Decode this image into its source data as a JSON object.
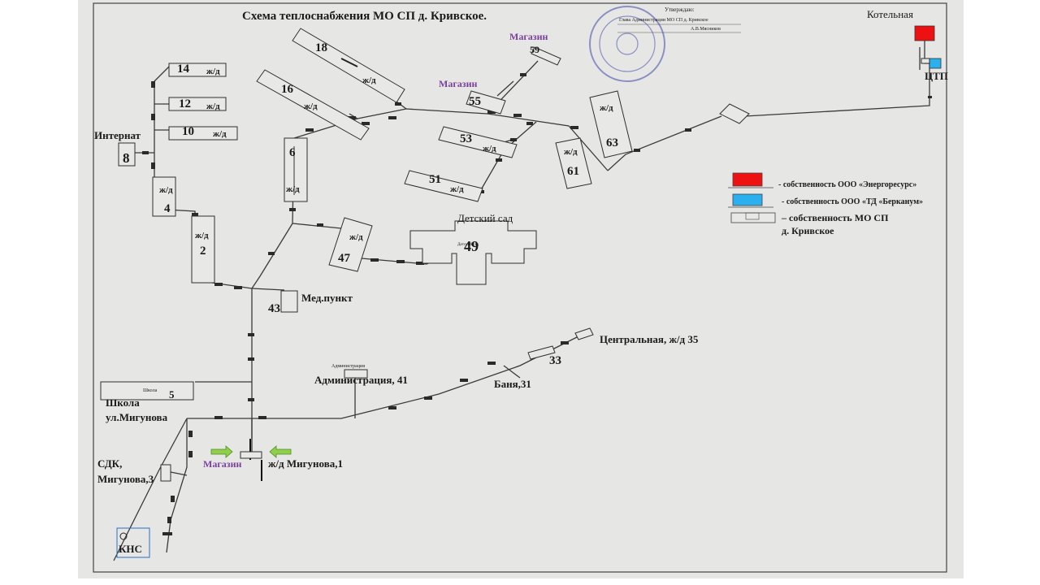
{
  "title": "Схема теплоснабжения МО СП д. Кривское.",
  "stamp": {
    "line1": "Утверждаю:",
    "line2": "Глава Администрации МО СП д. Кривское",
    "line3": "А.В.Мясников"
  },
  "colors": {
    "energoresurs": "#ee1111",
    "berkanum": "#2ab0ee",
    "magazin": "#7a3fa0",
    "arrow": "#8fcf4a"
  },
  "legend": {
    "red": "- собственность ООО «Энергоресурс»",
    "blue": "- собственность ООО «ТД «Берканум»",
    "white1": "– собственность МО СП",
    "white2": "д. Кривское"
  },
  "labels": {
    "kotelnaya": "Котельная",
    "ctp": "ЦТП",
    "magazin": "Магазин",
    "jd": "ж/д",
    "internet": "Интернат",
    "detsad": "Детский сад",
    "medpunkt": "Мед.пункт",
    "centralnaya": "Центральная, ж/д 35",
    "admin41": "Администрация, 41",
    "admin_small": "Администрация",
    "banya": "Баня,31",
    "shkola": "Школа",
    "shkola_street": "ул.Мигунова",
    "shkola_small": "Школа",
    "sdk1": "СДК,",
    "sdk2": "Мигунова,3",
    "jd_migunova": "ж/д Мигунова,1",
    "kns": "КНС",
    "detsad_small": "Детский сад"
  },
  "buildings": {
    "b18": "18",
    "b16": "16",
    "b14": "14",
    "b12": "12",
    "b10": "10",
    "b8": "8",
    "b6": "6",
    "b4": "4",
    "b2": "2",
    "b59": "59",
    "b55": "55",
    "b53": "53",
    "b51": "51",
    "b63": "63",
    "b61": "61",
    "b47": "47",
    "b49": "49",
    "b43": "43",
    "b33": "33",
    "b5": "5"
  }
}
